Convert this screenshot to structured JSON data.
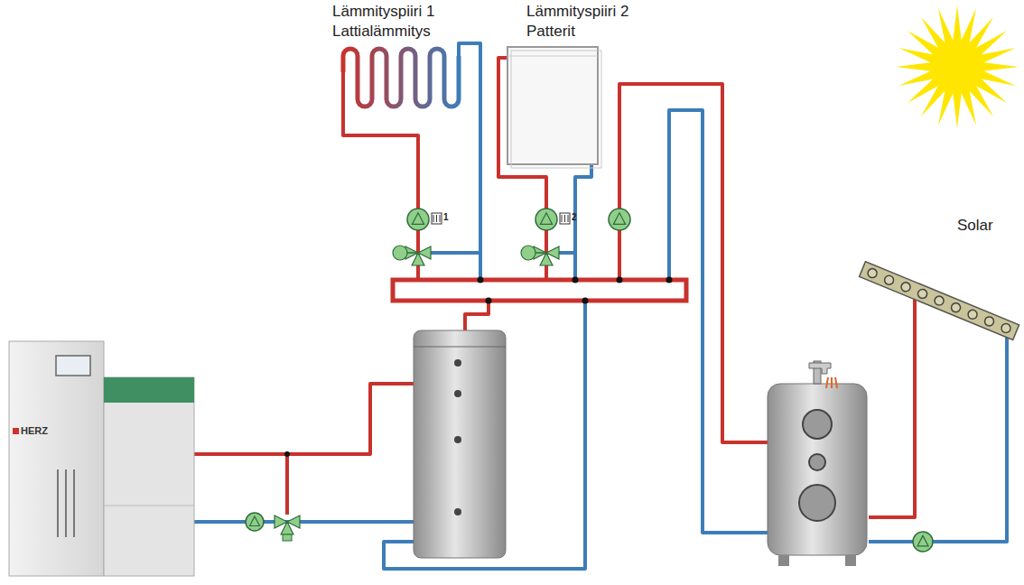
{
  "diagram": {
    "labels": [
      "Lämmityspiiri 1",
      "Lattialämmitys",
      "Lämmityspiiri 2",
      "Patterit",
      "1",
      "2",
      "Solar",
      "HERZ"
    ]
  }
}
